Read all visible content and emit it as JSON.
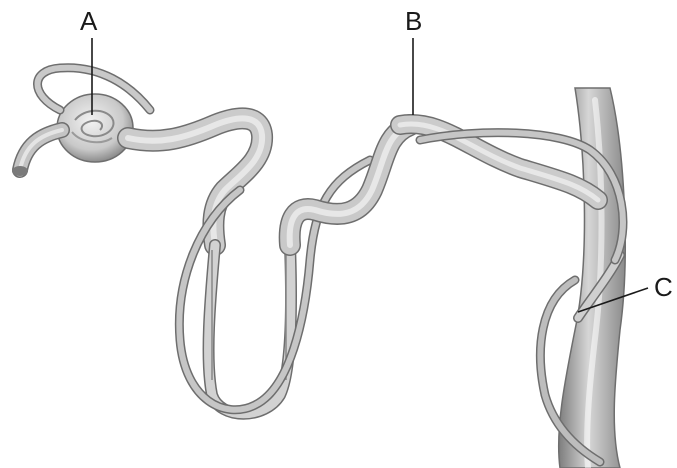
{
  "labels": {
    "a": "A",
    "b": "B",
    "c": "C"
  },
  "colors": {
    "tube": "#c8c8c8",
    "tube_shadow": "#8f8f8f",
    "tube_outline": "#6e6e6e",
    "duct": "#a9a9a9",
    "glomerulus": "#d9d9d9",
    "ink": "#1a1a1a"
  }
}
